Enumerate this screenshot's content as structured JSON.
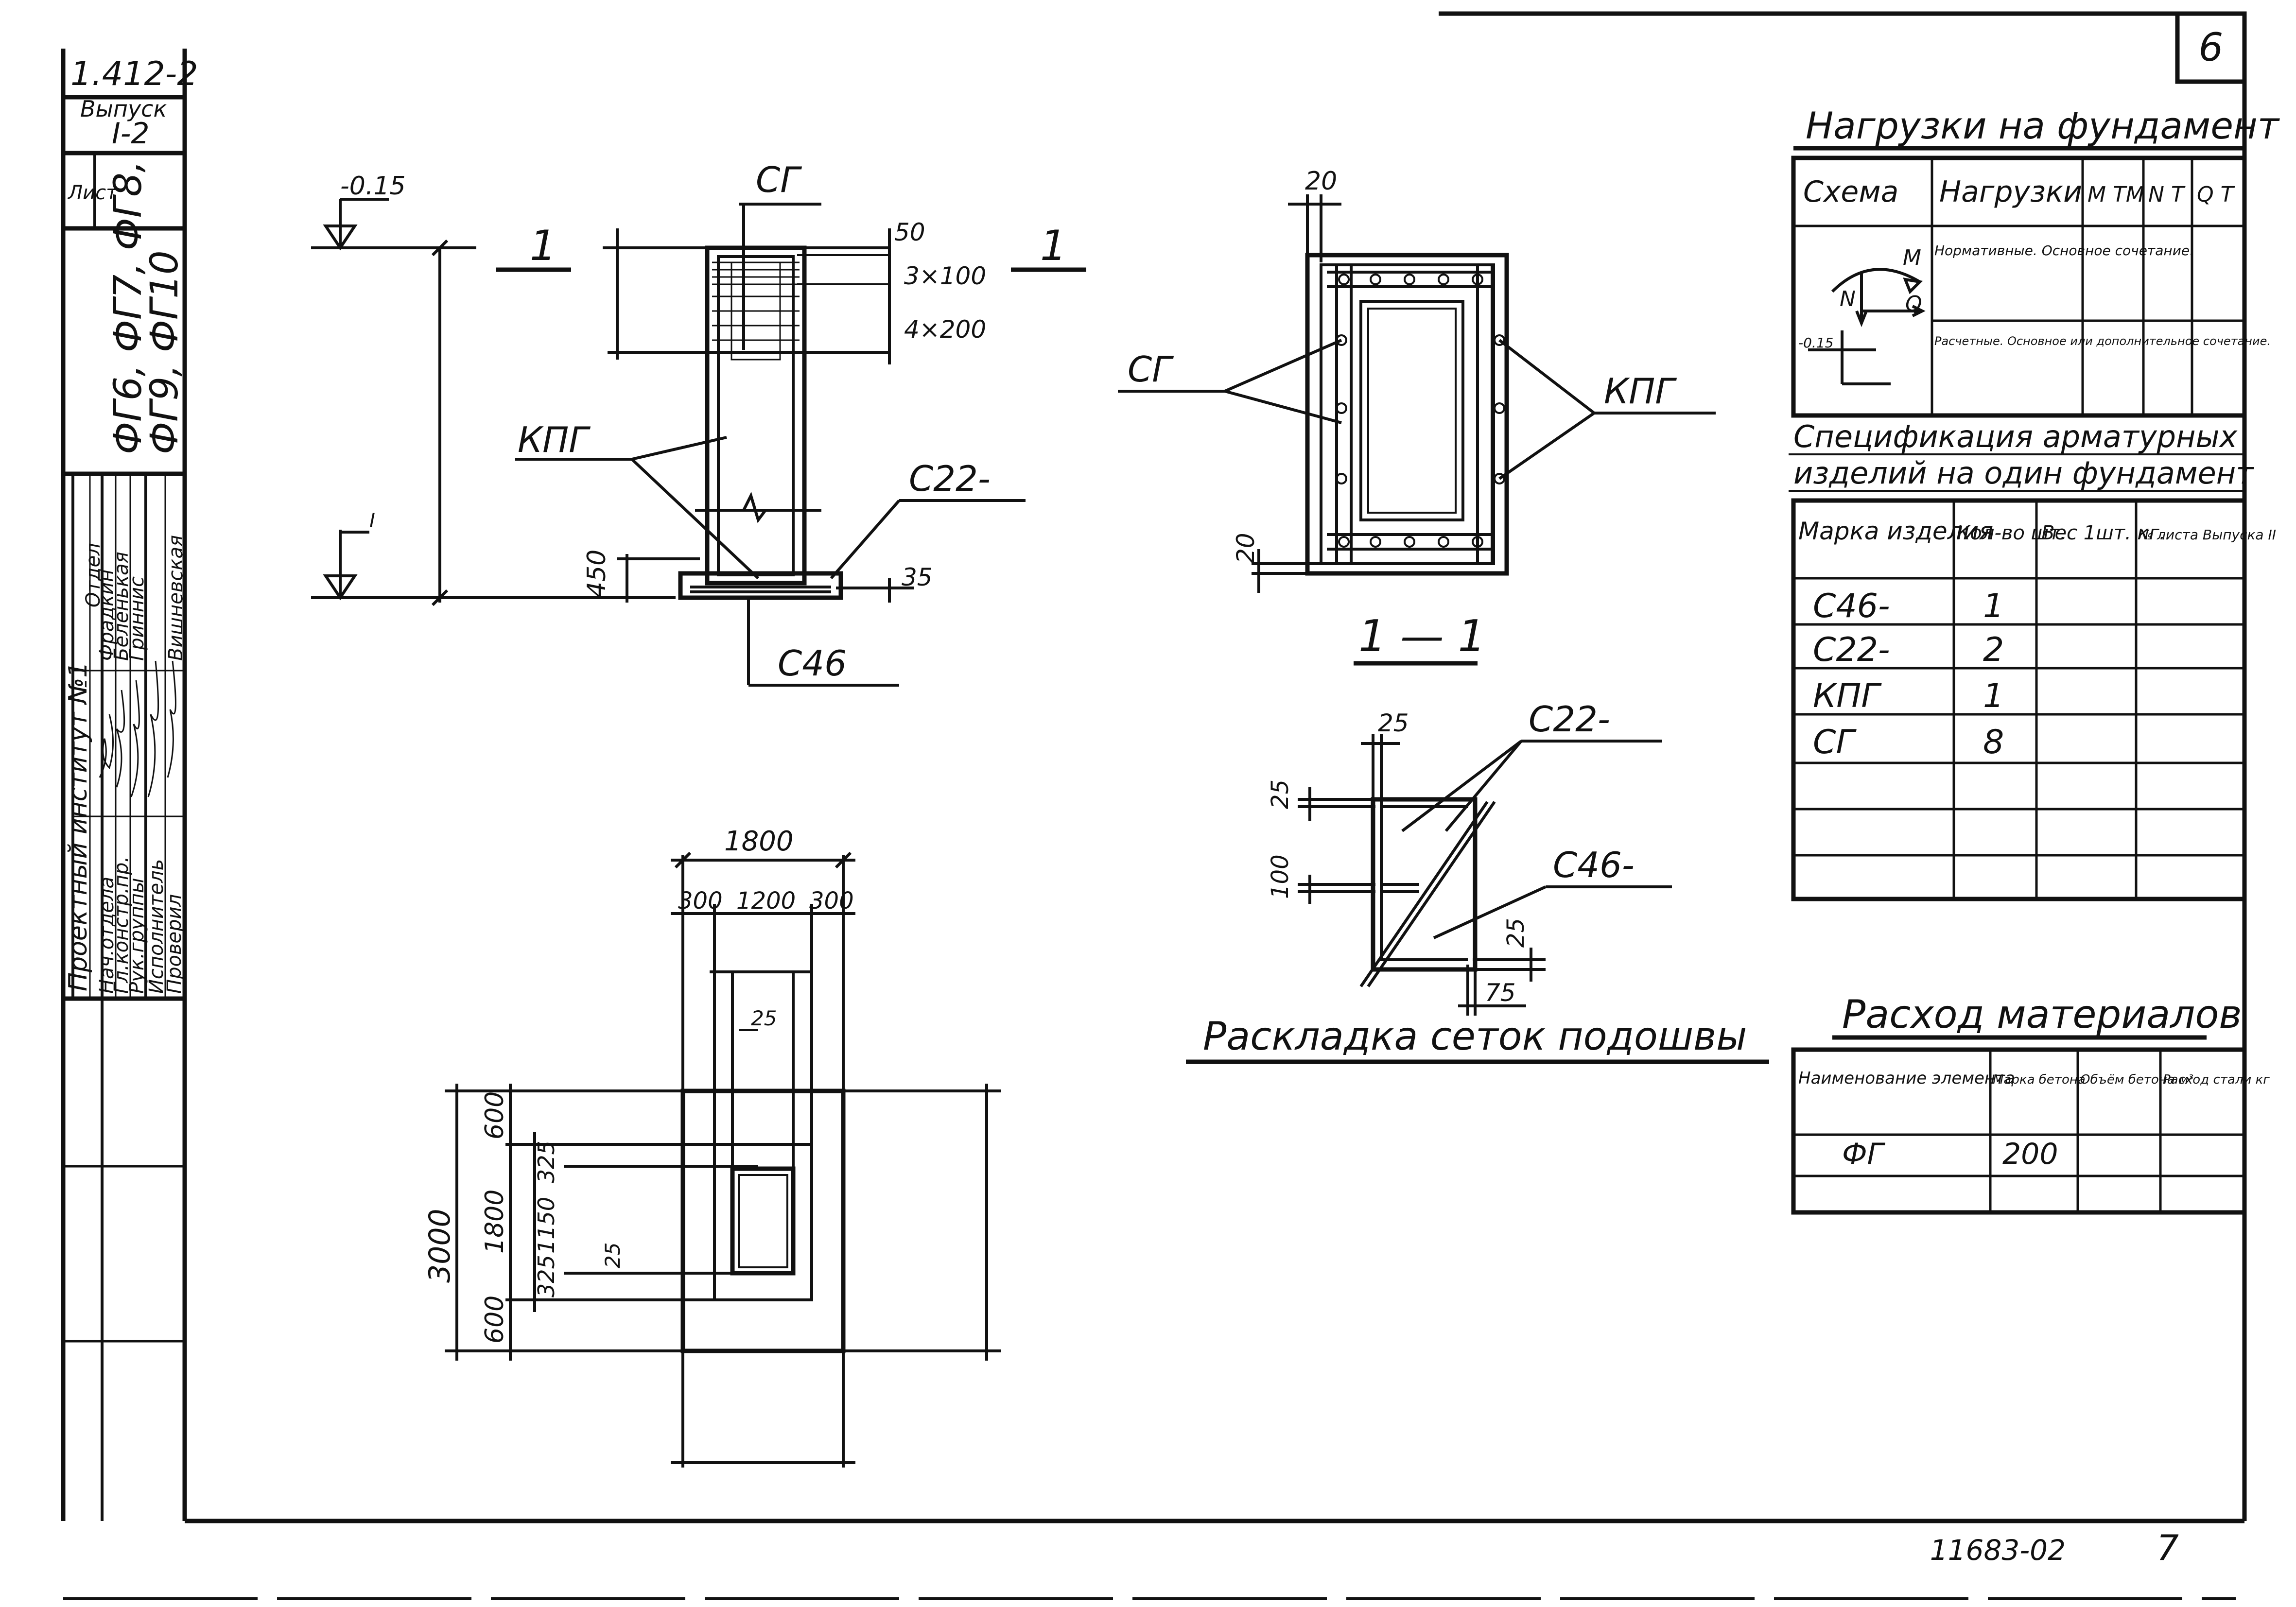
{
  "sheet_number": "6",
  "page_footer": {
    "doc_code": "11683-02",
    "page": "7"
  },
  "stamp": {
    "series": "1.412-2",
    "issue_label": "Выпуск",
    "issue": "I-2",
    "list_label": "Лист",
    "title_line1": "ФГ6, ФГ7, ФГ8,",
    "title_line2": "ФГ9, ФГ10",
    "institute": "Проектный институт №1",
    "institute_sub": "Отдел",
    "roles": [
      {
        "role": "Нач.отдела",
        "name": "Фрадкин"
      },
      {
        "role": "Гл.констр.пр.",
        "name": "Беленькая"
      },
      {
        "role": "Рук.группы",
        "name": "Гриннис"
      },
      {
        "role": "Исполнитель",
        "name": "Вишневская"
      },
      {
        "role": "Проверил",
        "name": ""
      }
    ]
  },
  "elevation": {
    "section_mark_left": "1",
    "section_mark_right": "1",
    "level_top": "-0.15",
    "level_bottom": "I",
    "callout_top": "СГ",
    "callout_left": "КПГ",
    "callout_right": "С22-",
    "callout_bottom": "С46",
    "dim_50": "50",
    "dim_3x100": "3×100",
    "dim_4x200": "4×200",
    "dim_450": "450",
    "dim_35": "35"
  },
  "section": {
    "title": "1 — 1",
    "dim_top": "20",
    "dim_side": "20",
    "callout_left": "СГ",
    "callout_right": "КПГ"
  },
  "plan": {
    "dim_total_width": "1800",
    "dim_300_left": "300",
    "dim_1200": "1200",
    "dim_300_right": "300",
    "dim_25_top": "25",
    "dim_total_height": "3000",
    "dim_600_top": "600",
    "dim_1800": "1800",
    "dim_600_bottom": "600",
    "dim_325_top": "325",
    "dim_1150": "1150",
    "dim_325_bottom": "325",
    "dim_25_left": "25"
  },
  "mesh_layout": {
    "title": "Раскладка сеток подошвы",
    "dim_25_top": "25",
    "dim_25_left": "25",
    "dim_100": "100",
    "dim_25_right": "25",
    "dim_75": "75",
    "callout_c22": "С22-",
    "callout_c46": "С46-"
  },
  "loads_table": {
    "title": "Нагрузки на фундамент",
    "headers": [
      "Схема",
      "Нагрузки",
      "M ТМ",
      "N Т",
      "Q Т"
    ],
    "rows": [
      {
        "load": "Нормативные. Основное сочетание."
      },
      {
        "load": "Расчетные. Основное или дополнительное сочетание."
      }
    ],
    "scheme_labels": {
      "m": "M",
      "n": "N",
      "q": "Q",
      "level": "-0.15"
    }
  },
  "spec_table": {
    "title_line1": "Спецификация арматурных",
    "title_line2": "изделий на один фундамент",
    "headers": [
      "Марка изделия",
      "Кол-во шт.",
      "Вес 1шт. кг.",
      "№ листа Выпуска II"
    ],
    "rows": [
      {
        "mark": "С46-",
        "qty": "1"
      },
      {
        "mark": "С22-",
        "qty": "2"
      },
      {
        "mark": "КПГ",
        "qty": "1"
      },
      {
        "mark": "СГ",
        "qty": "8"
      }
    ]
  },
  "materials_table": {
    "title": "Расход материалов",
    "headers": [
      "Наименование элемента",
      "Марка бетона",
      "Объём бетона м³",
      "Расход стали кг"
    ],
    "rows": [
      {
        "element": "ФГ",
        "grade": "200"
      }
    ]
  }
}
